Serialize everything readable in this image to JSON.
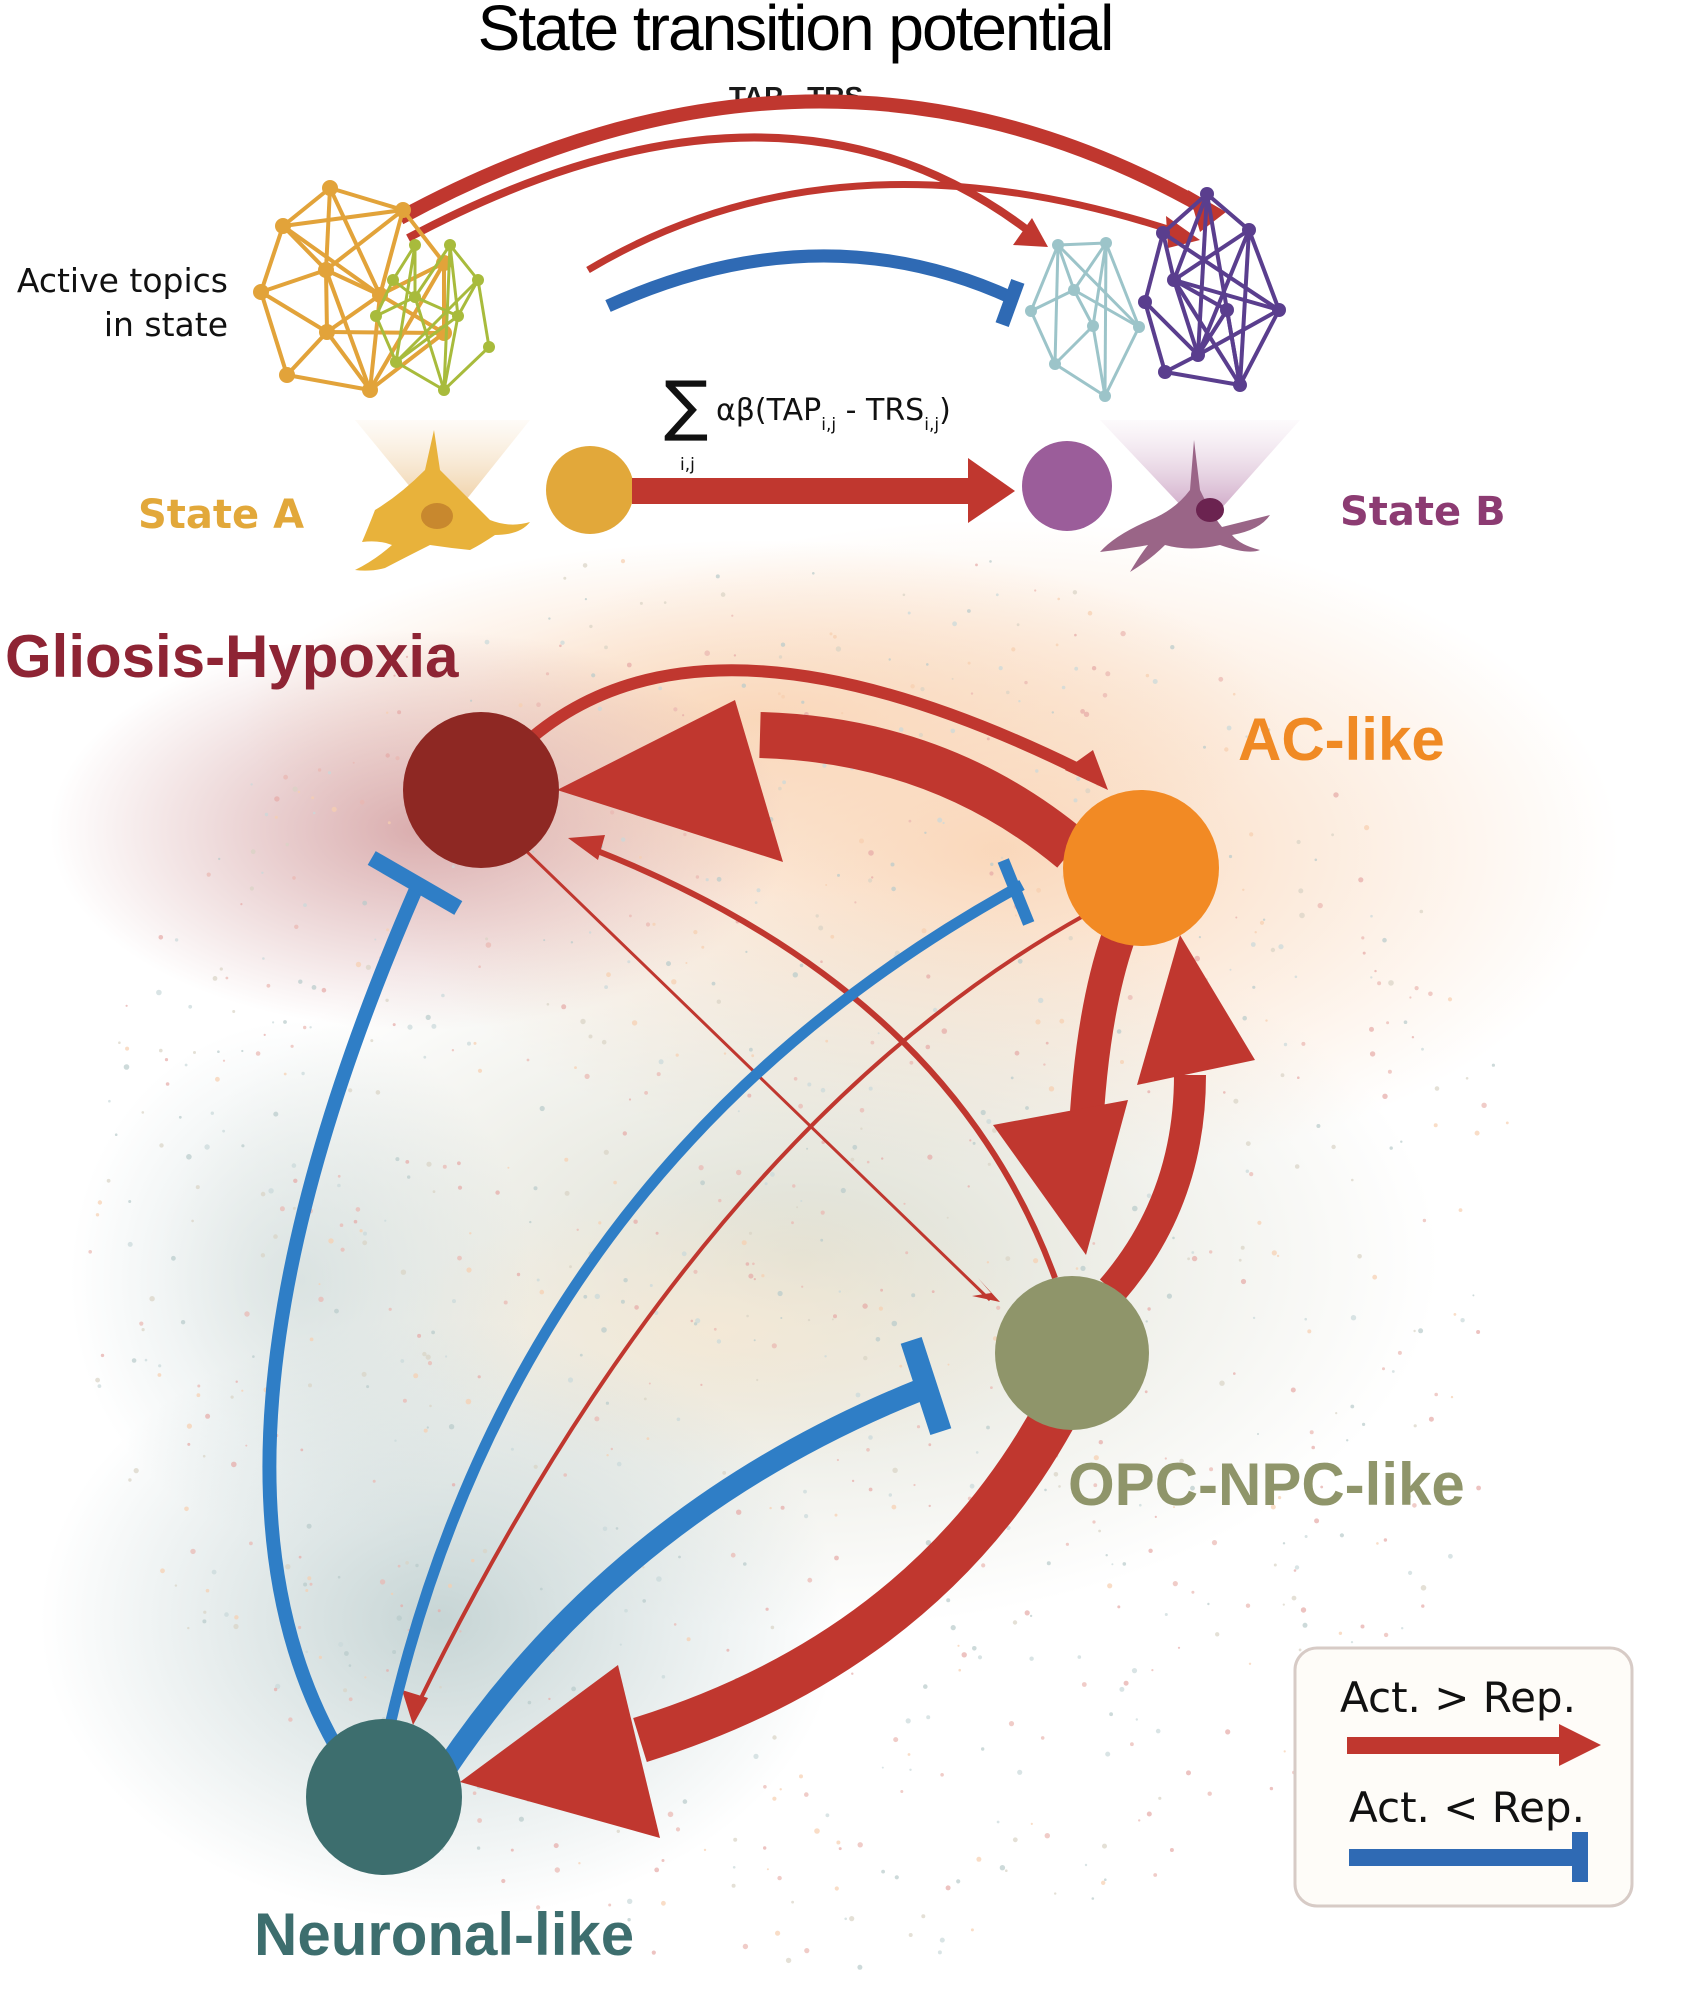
{
  "title": "State transition potential",
  "subtitle": "TAP - TRS",
  "active_topics_label": [
    "Active topics",
    "in state"
  ],
  "state_a": {
    "label": "State A",
    "color": "#E2A83A"
  },
  "state_b": {
    "label": "State B",
    "color": "#8C3B72"
  },
  "formula": {
    "sum_symbol": "∑",
    "sum_index": "i,j",
    "prefix": "αβ(TAP",
    "sub1": "i,j",
    "middle": " - TRS",
    "sub2": "i,j",
    "suffix": ")"
  },
  "topic_networks": [
    {
      "name": "state-a-topic-1",
      "color": "#E2A33A"
    },
    {
      "name": "state-a-topic-2",
      "color": "#A8BB3C"
    },
    {
      "name": "state-b-topic-1",
      "color": "#9CC4C9"
    },
    {
      "name": "state-b-topic-2",
      "color": "#5A3E8E"
    }
  ],
  "nodes": [
    {
      "id": "gliosis",
      "label": "Gliosis-Hypoxia",
      "color": "#8E2823",
      "label_color": "#8E2434"
    },
    {
      "id": "ac",
      "label": "AC-like",
      "color": "#F28A24",
      "label_color": "#F08A24"
    },
    {
      "id": "opc",
      "label": "OPC-NPC-like",
      "color": "#8F956A",
      "label_color": "#8F956A"
    },
    {
      "id": "neuronal",
      "label": "Neuronal-like",
      "color": "#3D6E6E",
      "label_color": "#3D6E6E"
    }
  ],
  "edges": [
    {
      "from": "ac",
      "to": "gliosis",
      "type": "activation",
      "strength": "strong"
    },
    {
      "from": "gliosis",
      "to": "ac",
      "type": "activation",
      "strength": "medium"
    },
    {
      "from": "ac",
      "to": "opc",
      "type": "activation",
      "strength": "strong"
    },
    {
      "from": "opc",
      "to": "ac",
      "type": "activation",
      "strength": "strong"
    },
    {
      "from": "opc",
      "to": "neuronal",
      "type": "activation",
      "strength": "very strong"
    },
    {
      "from": "opc",
      "to": "gliosis",
      "type": "activation",
      "strength": "weak"
    },
    {
      "from": "gliosis",
      "to": "opc",
      "type": "activation",
      "strength": "very weak"
    },
    {
      "from": "ac",
      "to": "neuronal",
      "type": "activation",
      "strength": "weak"
    },
    {
      "from": "neuronal",
      "to": "gliosis",
      "type": "repression",
      "strength": "medium"
    },
    {
      "from": "neuronal",
      "to": "ac",
      "type": "repression",
      "strength": "medium"
    },
    {
      "from": "neuronal",
      "to": "opc",
      "type": "repression",
      "strength": "strong"
    }
  ],
  "legend": {
    "activation_label": "Act. > Rep.",
    "repression_label": "Act. < Rep.",
    "activation_color": "#C0372F",
    "repression_color": "#2F6FB8"
  },
  "colors": {
    "activation": "#C0372F",
    "repression": "#2F7EC6"
  }
}
